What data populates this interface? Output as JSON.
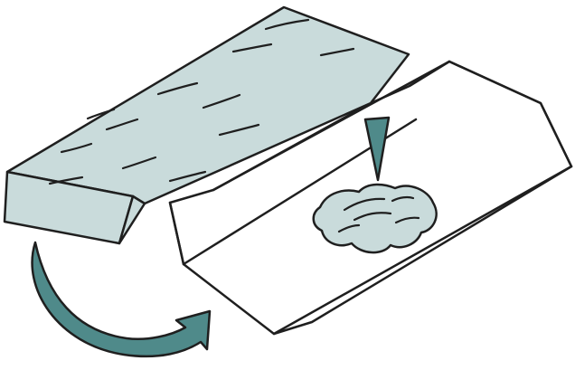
{
  "diagram": {
    "text_labels": [],
    "colors": {
      "ink": "#1f1f1f",
      "slab_fill": "#c9dbdb",
      "accent_teal": "#4f8a8a",
      "paper": "#ffffff"
    },
    "icons": {
      "slab": "concrete-slab-illustration",
      "base": "prepared-base-illustration",
      "pointer": "downward-triangular-pointer-icon",
      "puddle": "adhesive-puddle-illustration",
      "arrow": "curved-arrow-icon"
    }
  }
}
